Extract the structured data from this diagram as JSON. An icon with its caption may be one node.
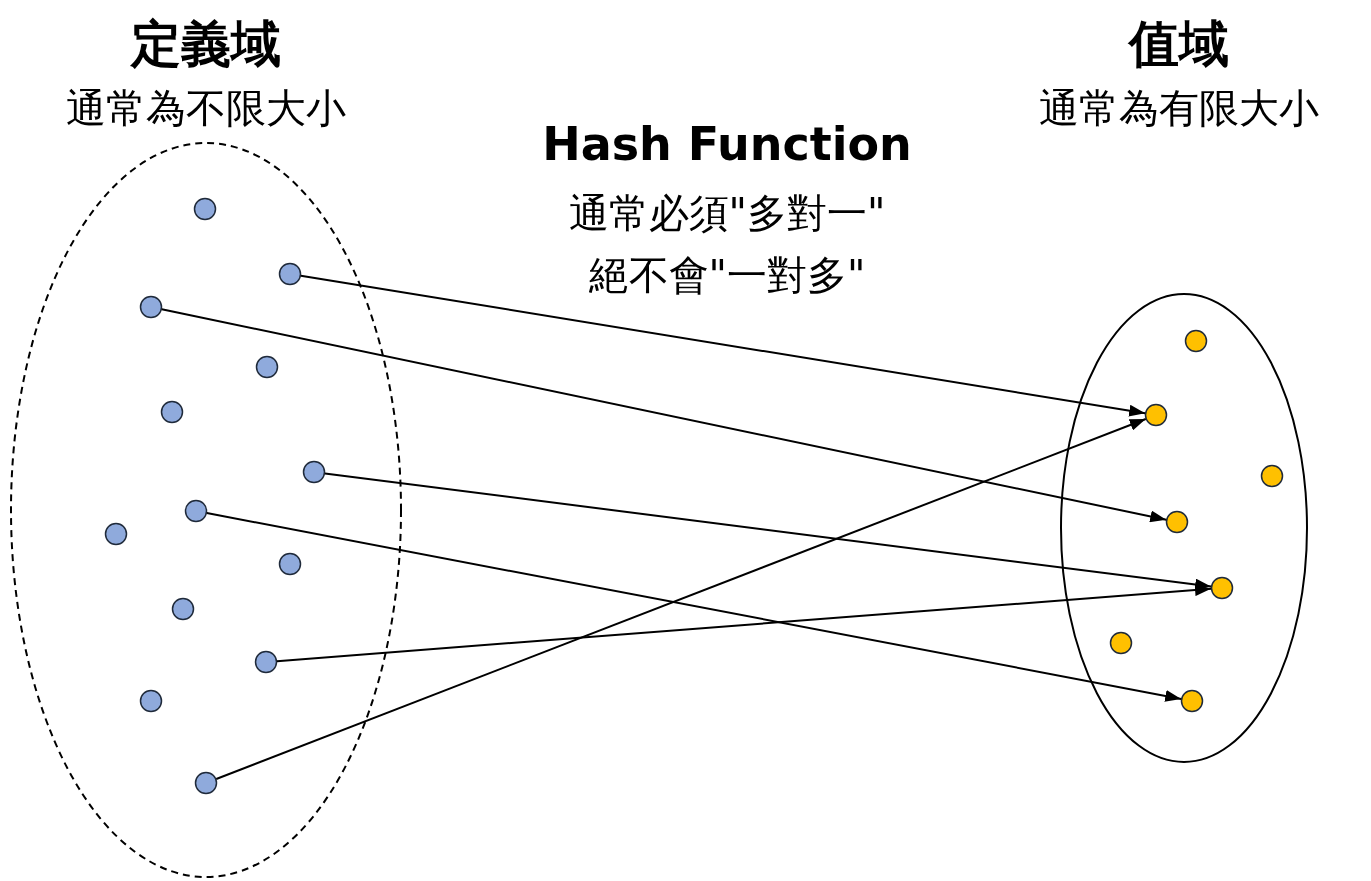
{
  "diagram": {
    "nodes": [
      {
        "text": [
          "定義域",
          "通常為不限大小"
        ]
      },
      {
        "text": [],
        "shape": "circle",
        "in": 0
      },
      {
        "text": [],
        "shape": "circle",
        "in": 0
      },
      {
        "text": [],
        "shape": "circle",
        "in": 0
      },
      {
        "text": [],
        "shape": "circle",
        "in": 0
      },
      {
        "text": [],
        "shape": "circle",
        "in": 0
      },
      {
        "text": [],
        "shape": "circle",
        "in": 0
      },
      {
        "text": [],
        "shape": "circle",
        "in": 0
      },
      {
        "text": [],
        "shape": "circle",
        "in": 0
      },
      {
        "text": [],
        "shape": "circle",
        "in": 0
      },
      {
        "text": [],
        "shape": "circle",
        "in": 0
      },
      {
        "text": [],
        "shape": "circle",
        "in": 0
      },
      {
        "text": [],
        "shape": "circle",
        "in": 0
      },
      {
        "text": [],
        "shape": "circle",
        "in": 0
      },
      {
        "text": [
          "值域",
          "通常為有限大小"
        ]
      },
      {
        "text": [],
        "shape": "circle",
        "in": 14
      },
      {
        "text": [],
        "shape": "circle",
        "in": 14
      },
      {
        "text": [],
        "shape": "circle",
        "in": 14
      },
      {
        "text": [],
        "shape": "circle",
        "in": 14
      },
      {
        "text": [],
        "shape": "circle",
        "in": 14
      },
      {
        "text": [],
        "shape": "circle",
        "in": 14
      },
      {
        "text": [],
        "shape": "circle",
        "in": 14
      }
    ],
    "edges": [
      {
        "from": 2,
        "to": 16,
        "arrow": "to"
      },
      {
        "from": 3,
        "to": 18,
        "arrow": "to"
      },
      {
        "from": 6,
        "to": 19,
        "arrow": "to"
      },
      {
        "from": 7,
        "to": 21,
        "arrow": "to"
      },
      {
        "from": 11,
        "to": 19,
        "arrow": "to"
      },
      {
        "from": 13,
        "to": 16,
        "arrow": "to"
      }
    ],
    "labels": [
      "Hash Function",
      "通常必須\"多對一\"",
      "絕不會\"一對多\""
    ]
  }
}
